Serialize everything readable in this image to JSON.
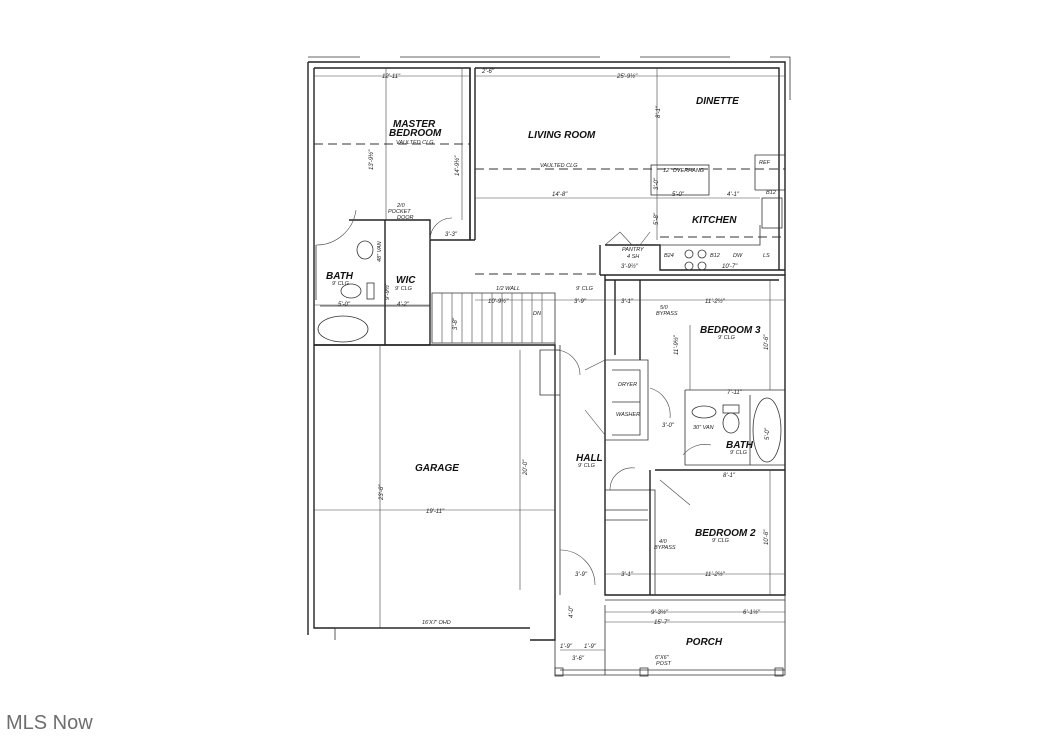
{
  "rooms": {
    "master_bedroom_1": "MASTER",
    "master_bedroom_2": "BEDROOM",
    "living_room": "LIVING ROOM",
    "dinette": "DINETTE",
    "kitchen": "KITCHEN",
    "master_bath": "BATH",
    "wic": "WIC",
    "bedroom3": "BEDROOM 3",
    "bath2": "BATH",
    "hall": "HALL",
    "bedroom2": "BEDROOM 2",
    "garage": "GARAGE",
    "porch": "PORCH"
  },
  "notes": {
    "vaulted_master": "VAULTED CLG",
    "vaulted_living": "VAULTED CLG",
    "overhang": "12\" OVERHANG",
    "ref": "REF",
    "b12_top": "B12",
    "pantry": "PANTRY",
    "pantry_sh": "4 SH",
    "b24": "B24",
    "b12": "B12",
    "dw": "DW",
    "ls": "LS",
    "clg_bath": "9' CLG",
    "clg_wic": "9' CLG",
    "pocket_1": "2/0",
    "pocket_2": "POCKET",
    "pocket_3": "DOOR",
    "half_wall": "1/2 WALL",
    "clg_stair": "9' CLG",
    "dn": "DN",
    "bypass5_1": "5/0",
    "bypass5_2": "BYPASS",
    "clg_bed3": "9' CLG",
    "dryer": "DRYER",
    "washer": "WASHER",
    "van": "30\" VAN",
    "clg_bath2": "9' CLG",
    "clg_hall": "9' CLG",
    "clg_bed2": "9' CLG",
    "bypass4_1": "4/0",
    "bypass4_2": "BYPASS",
    "ohd": "16'X7' OHD",
    "post_1": "6\"X6\"",
    "post_2": "POST",
    "vert_van": "48\" VAN"
  },
  "dimensions": {
    "master_width": "12'-11\"",
    "hall_top": "2'-6\"",
    "great_width": "25'-9½\"",
    "master_depth": "13'-9½\"",
    "master_depth2": "14'-9½\"",
    "dinette_depth": "8'-1\"",
    "living_width": "14'-8\"",
    "island": "5'-0\"",
    "island_right": "4'-1\"",
    "island_depth": "3'-0\"",
    "kitchen_depth": "5'-8\"",
    "door_left": "3'-3\"",
    "pantry_w": "3'-9½\"",
    "kitchen_w": "10'-7\"",
    "bath_w": "5'-0\"",
    "wic_w": "4'-2\"",
    "wic_d": "9'-9½\"",
    "stair_run": "10'-9½\"",
    "stair_w": "3'-8\"",
    "hall_w": "3'-9\"",
    "closet3_w": "3'-1\"",
    "bed3_w": "11'-2½\"",
    "bed3_d": "11'-9½\"",
    "bed3_d2": "10'-6\"",
    "bath2_w": "7'-11\"",
    "bath2_d": "5'-0\"",
    "laundry_d": "3'-0\"",
    "bed2_w_top": "8'-1\"",
    "garage_w": "19'-11\"",
    "garage_d": "23'-6\"",
    "garage_d2": "20'-0\"",
    "bed2_w": "11'-2½\"",
    "bed2_d": "10'-6\"",
    "hall_w2": "3'-9\"",
    "closet2_w": "3'-1\"",
    "porch_a": "9'-3½\"",
    "porch_b": "6'-1½\"",
    "porch_w": "15'-7\"",
    "porch_s1": "1'-9\"",
    "porch_s2": "1'-9\"",
    "porch_s3": "3'-6\"",
    "porch_d": "4'-0\""
  },
  "watermark": "MLS Now"
}
